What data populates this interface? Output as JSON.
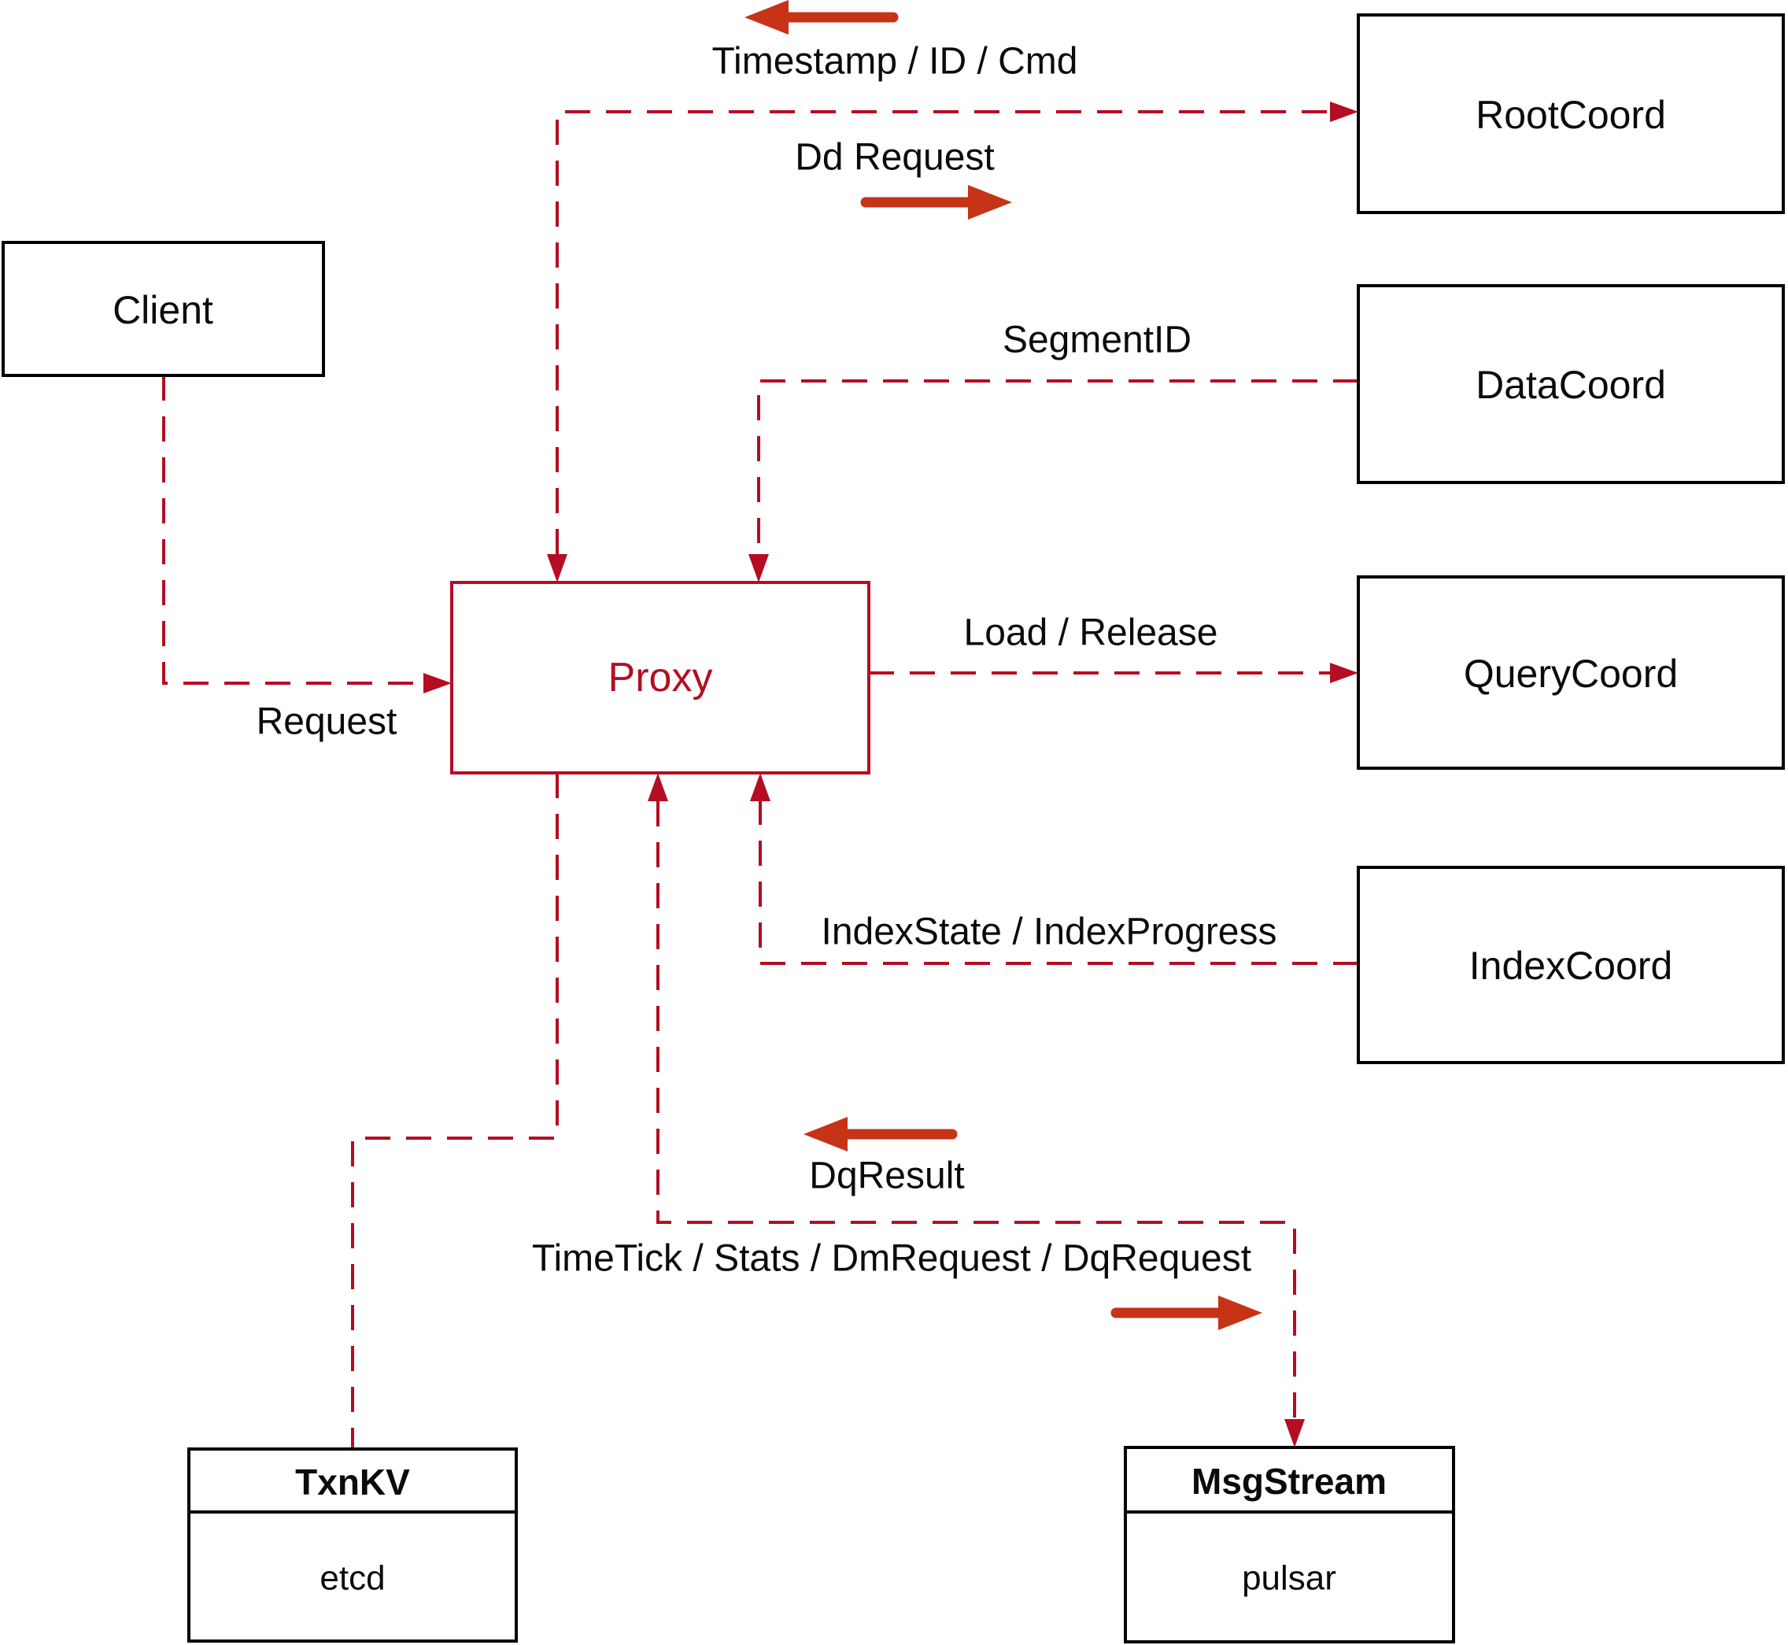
{
  "colors": {
    "connector_red": "#b50d23",
    "solid_arrow_red": "#c63317",
    "node_border": "#000000",
    "text_ink": "#0b0b0b",
    "proxy_red": "#b50d23",
    "background": "#ffffff"
  },
  "nodes": {
    "client": {
      "label": "Client"
    },
    "proxy": {
      "label": "Proxy"
    },
    "rootcoord": {
      "label": "RootCoord"
    },
    "datacoord": {
      "label": "DataCoord"
    },
    "querycoord": {
      "label": "QueryCoord"
    },
    "indexcoord": {
      "label": "IndexCoord"
    },
    "txnkv": {
      "title": "TxnKV",
      "impl": "etcd"
    },
    "msgstream": {
      "title": "MsgStream",
      "impl": "pulsar"
    }
  },
  "edge_labels": {
    "timestamp_id_cmd": "Timestamp / ID / Cmd",
    "dd_request": "Dd Request",
    "segment_id": "SegmentID",
    "load_release": "Load / Release",
    "index_state_progress": "IndexState / IndexProgress",
    "request": "Request",
    "dq_result": "DqResult",
    "timetick_stats": "TimeTick / Stats / DmRequest / DqRequest"
  }
}
